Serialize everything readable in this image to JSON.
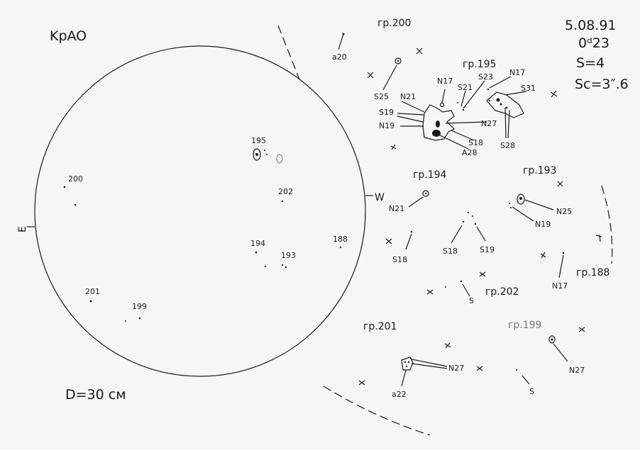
{
  "header": {
    "observatory": "KpAO",
    "date": "5.08.91",
    "time": "0ᵈ23",
    "seeing": "S=4",
    "scale": "Sc=3″.6",
    "diameter": "D=30 см"
  },
  "compass": {
    "east": "E",
    "west": "W"
  },
  "disk_labels": [
    "195",
    "200",
    "202",
    "194",
    "193",
    "188",
    "201",
    "199"
  ],
  "groups": {
    "g200": {
      "title": "гр.200",
      "labels": [
        "a20",
        "S25"
      ]
    },
    "g195": {
      "title": "гр.195",
      "labels": [
        "N21",
        "S19",
        "N19",
        "N17",
        "S21",
        "S23",
        "N17",
        "S31",
        "N27",
        "S18",
        "A28",
        "S28"
      ]
    },
    "g194": {
      "title": "гр.194",
      "labels": [
        "N21",
        "S18",
        "S18",
        "S19"
      ]
    },
    "g193": {
      "title": "гр.193",
      "labels": [
        "N25",
        "N19"
      ]
    },
    "g188": {
      "title": "гр.188",
      "labels": [
        "N17"
      ]
    },
    "g202": {
      "title": "гр.202",
      "labels": [
        "S"
      ]
    },
    "g201": {
      "title": "гр.201",
      "labels": [
        "N27",
        "a22"
      ]
    },
    "g199": {
      "title": "гр.199",
      "labels": [
        "N27",
        "S"
      ]
    }
  },
  "colors": {
    "ink": "#1a1a1a",
    "paper": "#f6f6f4",
    "pencil": "#777777"
  }
}
